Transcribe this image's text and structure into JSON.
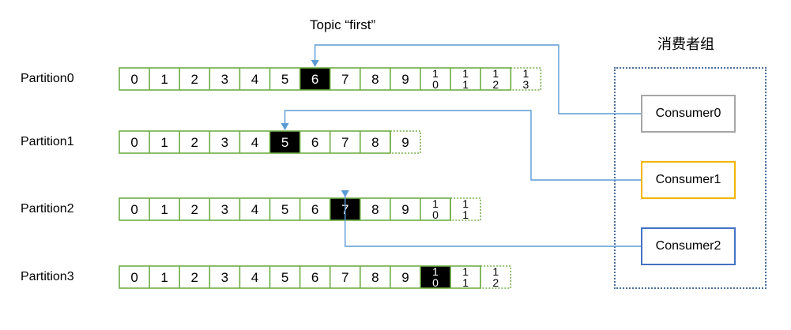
{
  "topic": {
    "label": "Topic “first”"
  },
  "consumer_group": {
    "label": "消费者组",
    "consumers": [
      {
        "name": "Consumer0",
        "border_color": "#a6a6a6",
        "reads": {
          "partition": 0,
          "offset": 6
        }
      },
      {
        "name": "Consumer1",
        "border_color": "#f2b600",
        "reads": {
          "partition": 1,
          "offset": 5
        }
      },
      {
        "name": "Consumer2",
        "border_color": "#4472c4",
        "reads": {
          "partition": 2,
          "offset": 7
        }
      }
    ]
  },
  "partitions": [
    {
      "name": "Partition0",
      "cells": [
        "0",
        "1",
        "2",
        "3",
        "4",
        "5",
        "6",
        "7",
        "8",
        "9",
        "10",
        "11",
        "12",
        "13"
      ],
      "highlight": 6
    },
    {
      "name": "Partition1",
      "cells": [
        "0",
        "1",
        "2",
        "3",
        "4",
        "5",
        "6",
        "7",
        "8",
        "9"
      ],
      "highlight": 5
    },
    {
      "name": "Partition2",
      "cells": [
        "0",
        "1",
        "2",
        "3",
        "4",
        "5",
        "6",
        "7",
        "8",
        "9",
        "10",
        "11"
      ],
      "highlight": 7
    },
    {
      "name": "Partition3",
      "cells": [
        "0",
        "1",
        "2",
        "3",
        "4",
        "5",
        "6",
        "7",
        "8",
        "9",
        "10",
        "11",
        "12"
      ],
      "highlight": 10
    }
  ],
  "colors": {
    "cell_border": "#70ad47",
    "highlight_fill": "#000000",
    "arrow": "#5b9bd5",
    "group_border": "#4a6e9a"
  }
}
